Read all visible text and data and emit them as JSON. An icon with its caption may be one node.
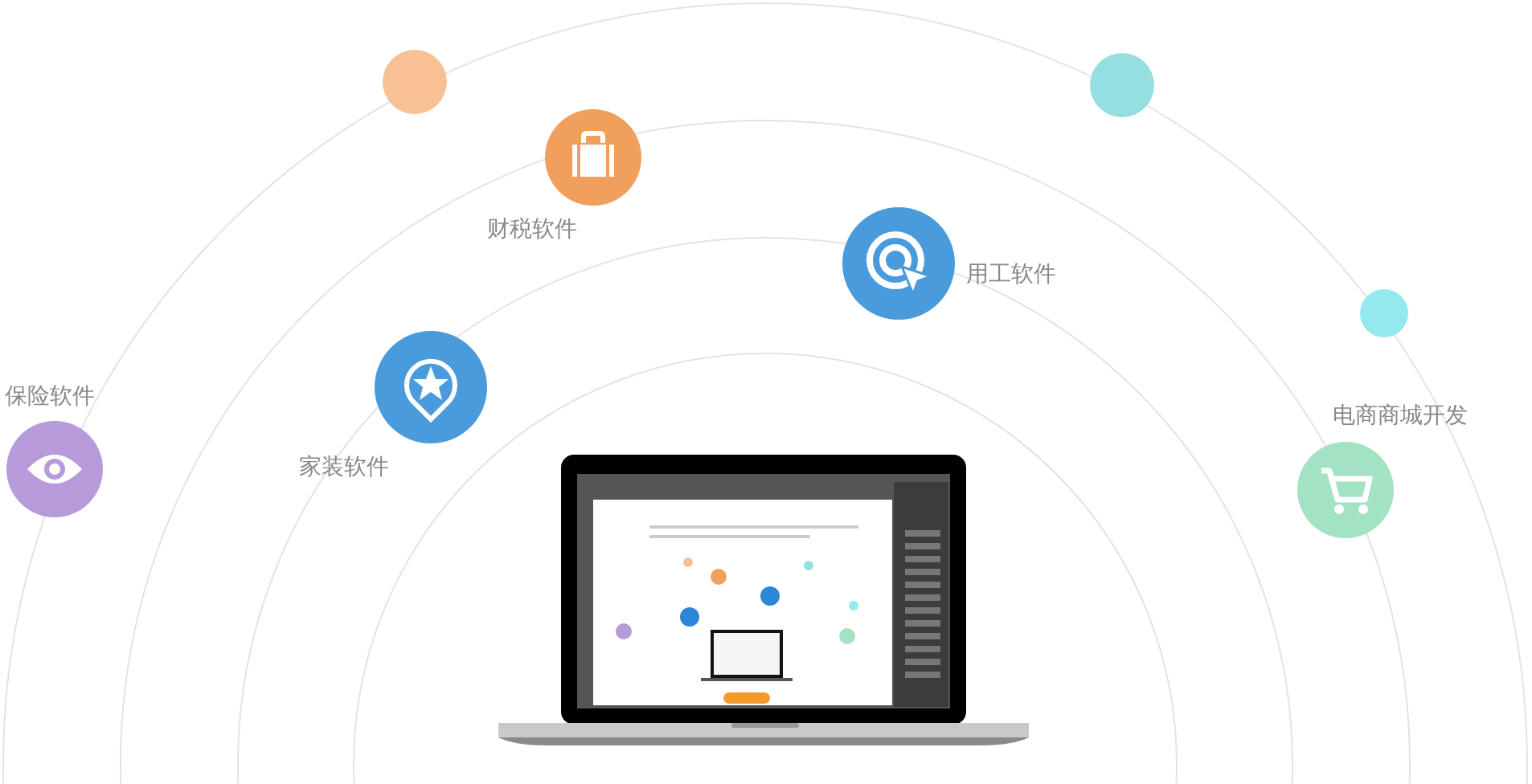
{
  "diagram": {
    "nodes": [
      {
        "text": [],
        "shape": "circle"
      },
      {
        "text": [],
        "shape": "circle"
      },
      {
        "text": [
          "财税软件"
        ]
      },
      {
        "text": [
          "用工软件"
        ]
      },
      {
        "text": [],
        "shape": "circle"
      },
      {
        "text": [
          "保险软件"
        ]
      },
      {
        "text": [
          "家装软件"
        ]
      },
      {
        "text": [
          "电商商城开发"
        ]
      }
    ],
    "edges": []
  }
}
